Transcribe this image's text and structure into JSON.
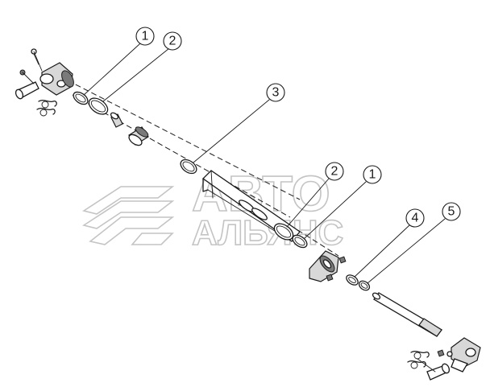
{
  "watermark": {
    "line1": "АВТО",
    "line2": "АЛЬЯНС"
  },
  "callouts": [
    {
      "id": "callout-1-top",
      "label": "1"
    },
    {
      "id": "callout-2-top",
      "label": "2"
    },
    {
      "id": "callout-3",
      "label": "3"
    },
    {
      "id": "callout-2-mid",
      "label": "2"
    },
    {
      "id": "callout-1-mid",
      "label": "1"
    },
    {
      "id": "callout-4",
      "label": "4"
    },
    {
      "id": "callout-5",
      "label": "5"
    }
  ],
  "colors": {
    "line": "#1a1a1a",
    "watermark": "#c4c4c4",
    "shade": "#d8d8d8"
  }
}
